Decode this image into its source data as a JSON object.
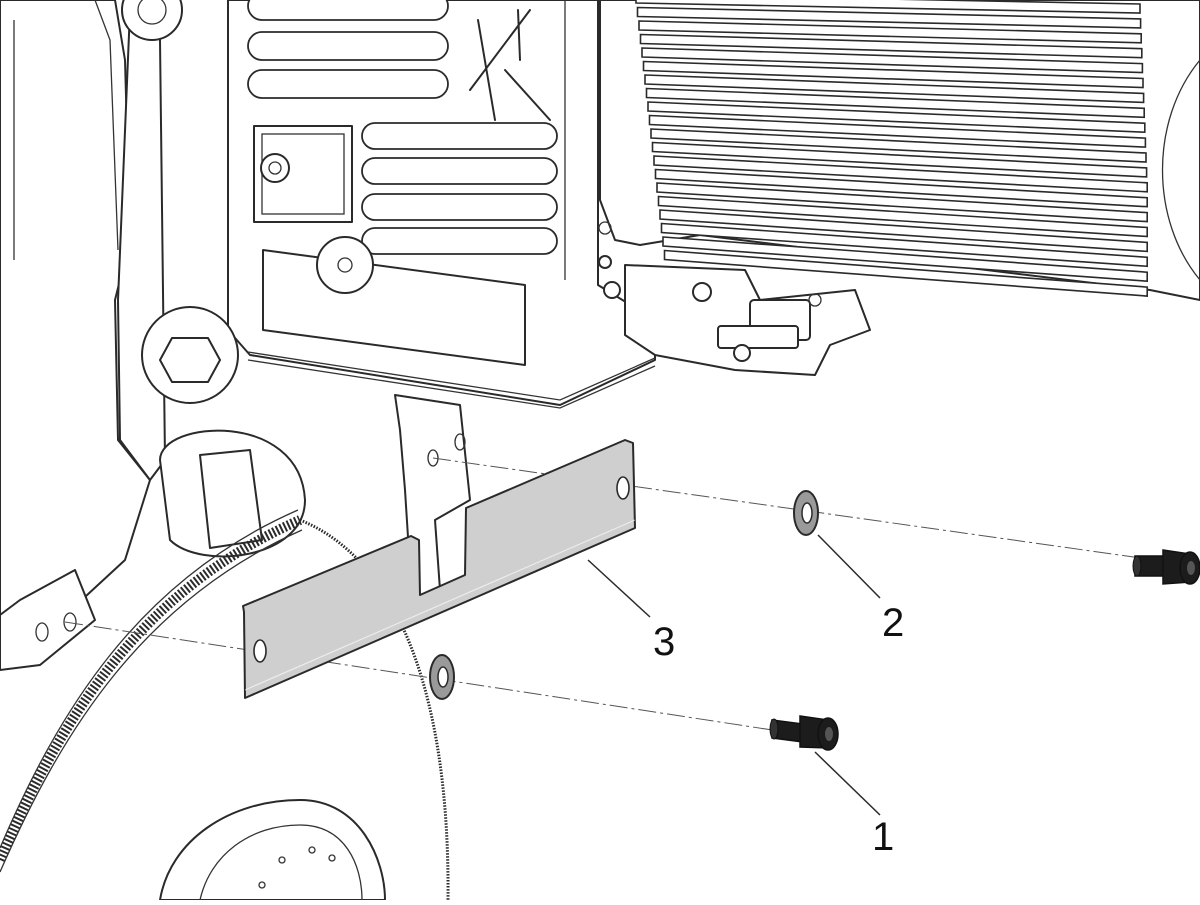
{
  "callouts": [
    {
      "id": "1",
      "label": "1"
    },
    {
      "id": "2",
      "label": "2"
    },
    {
      "id": "3",
      "label": "3"
    }
  ],
  "colors": {
    "line": "#2a2a2a",
    "bracket_fill": "#cfcfcf",
    "washer_fill": "#9a9a9a",
    "screw_fill": "#1c1c1c",
    "background": "#ffffff"
  }
}
